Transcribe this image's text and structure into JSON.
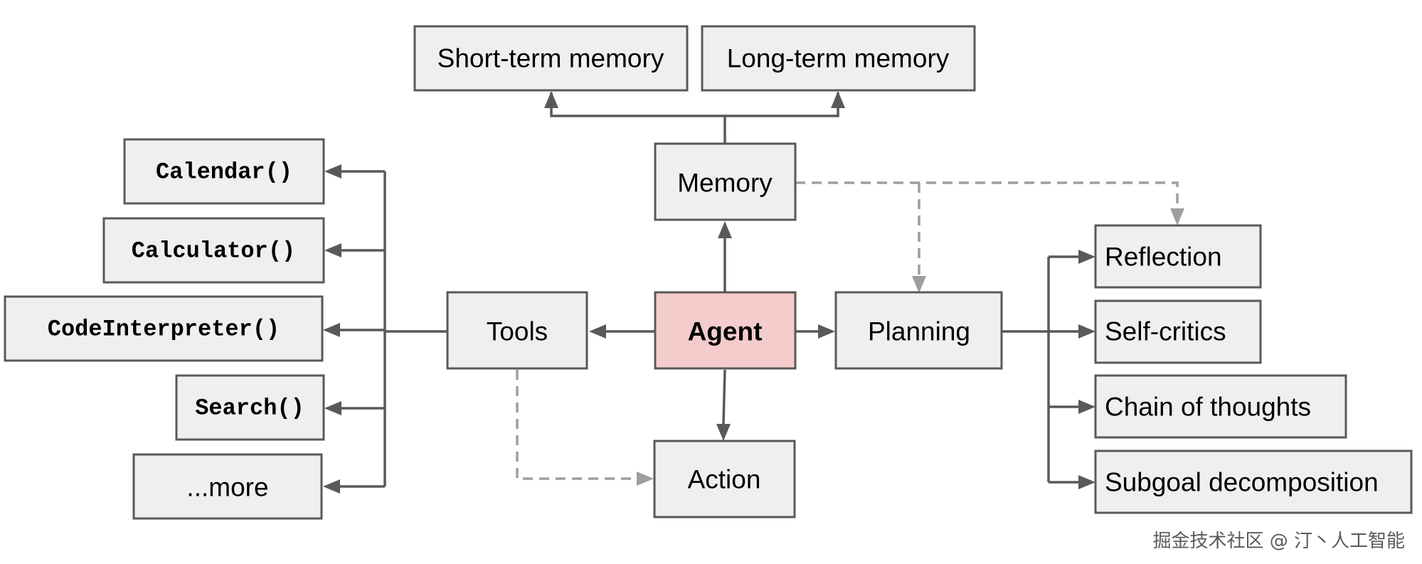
{
  "nodes": {
    "short_term_memory": "Short-term memory",
    "long_term_memory": "Long-term memory",
    "memory": "Memory",
    "agent": "Agent",
    "tools": "Tools",
    "planning": "Planning",
    "action": "Action",
    "calendar": "Calendar()",
    "calculator": "Calculator()",
    "code_interpreter": "CodeInterpreter()",
    "search": "Search()",
    "more": "...more",
    "reflection": "Reflection",
    "self_critics": "Self-critics",
    "chain_of_thoughts": "Chain of thoughts",
    "subgoal_decomposition": "Subgoal decomposition"
  },
  "watermark": "掘金技术社区 @ 汀丶人工智能",
  "colors": {
    "box_fill": "#efefef",
    "box_stroke": "#595959",
    "agent_fill": "#f4cccc",
    "solid_arrow": "#595959",
    "dashed_arrow": "#9e9e9e"
  }
}
